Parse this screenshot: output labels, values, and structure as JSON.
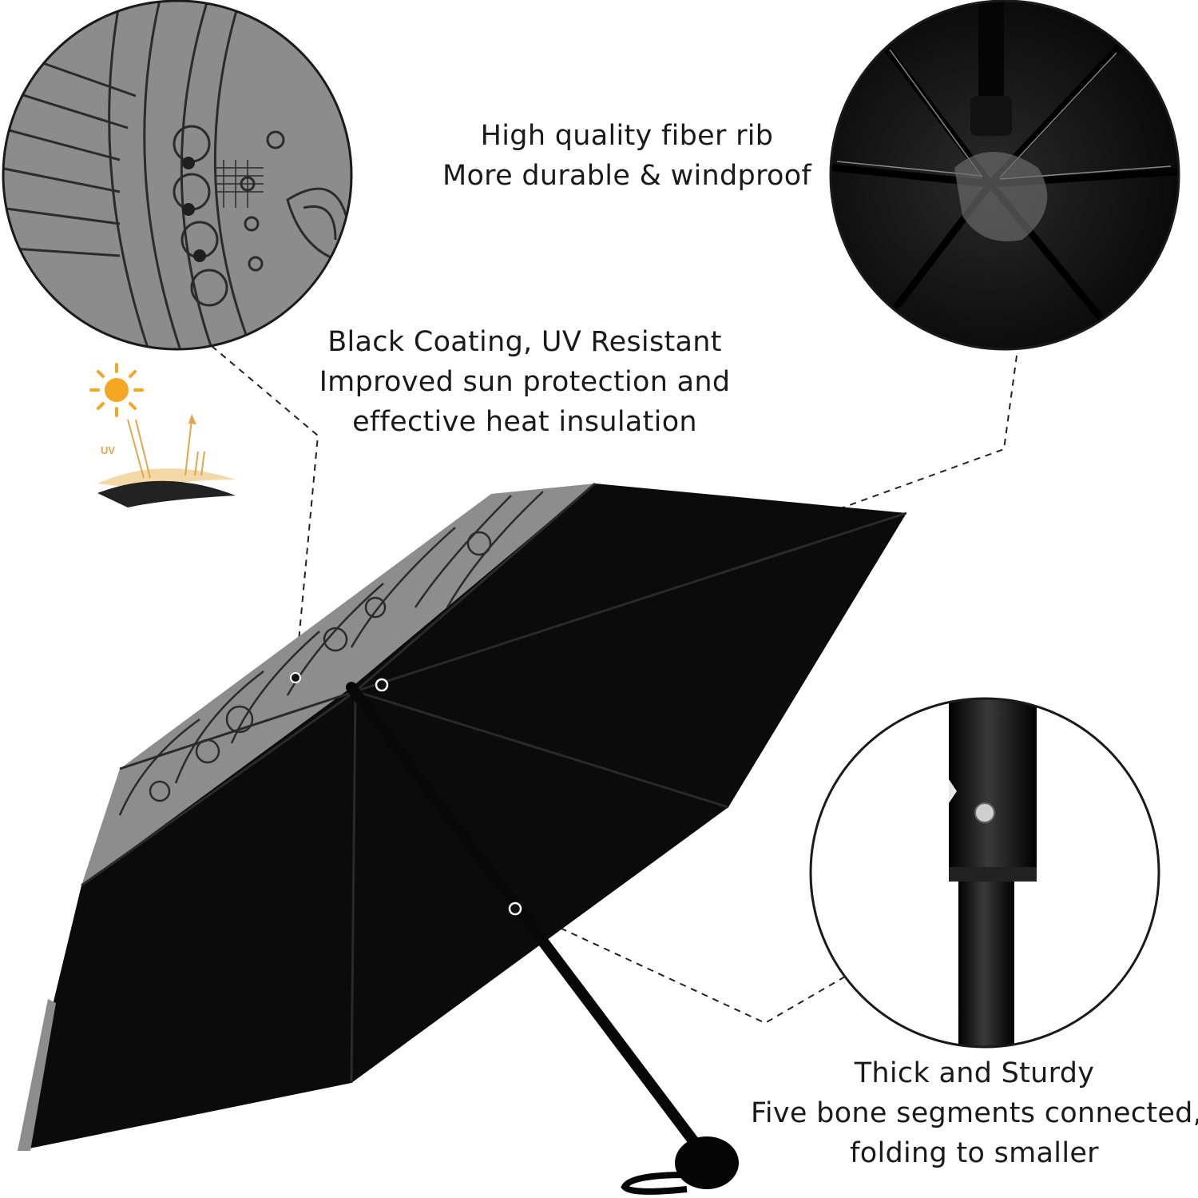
{
  "features": {
    "rib": {
      "line1": "High quality fiber rib",
      "line2": "More durable & windproof"
    },
    "coating": {
      "line1": "Black Coating, UV Resistant",
      "line2": "Improved sun protection and",
      "line3": "effective heat insulation"
    },
    "sturdy": {
      "line1": "Thick and Sturdy",
      "line2": "Five bone segments connected,",
      "line3": "folding to smaller"
    }
  },
  "uv_icon": {
    "label": "UV",
    "sun_color": "#f5a623"
  },
  "colors": {
    "canopy": "#0b0b0b",
    "pattern": "#8a8a8a",
    "background": "#ffffff"
  }
}
